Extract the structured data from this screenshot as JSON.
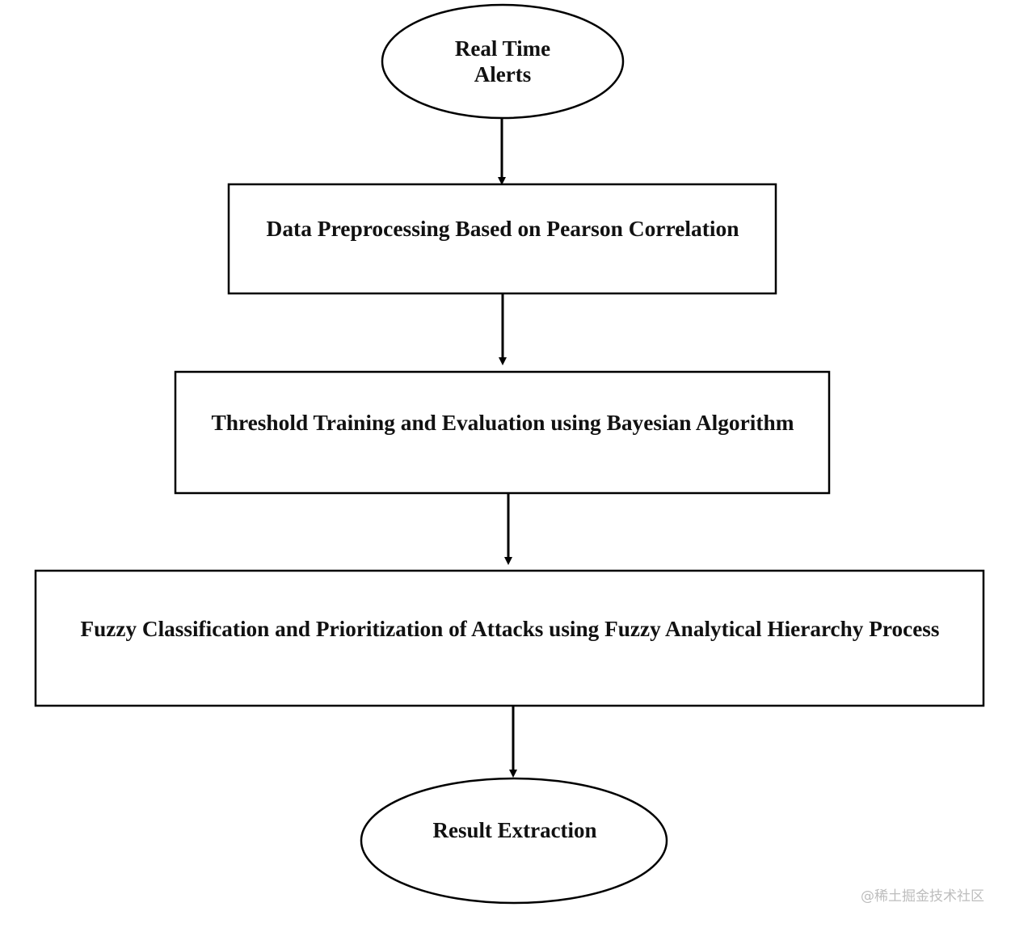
{
  "nodes": [
    {
      "id": "start",
      "shape": "ellipse",
      "lines": [
        "Real Time",
        "Alerts"
      ]
    },
    {
      "id": "step1",
      "shape": "rect",
      "label": "Data Preprocessing Based on Pearson Correlation"
    },
    {
      "id": "step2",
      "shape": "rect",
      "label": "Threshold Training and Evaluation using Bayesian Algorithm"
    },
    {
      "id": "step3",
      "shape": "rect",
      "label": "Fuzzy Classification and Prioritization of Attacks using Fuzzy Analytical Hierarchy Process"
    },
    {
      "id": "end",
      "shape": "ellipse",
      "label": "Result Extraction"
    }
  ],
  "edges": [
    [
      "start",
      "step1"
    ],
    [
      "step1",
      "step2"
    ],
    [
      "step2",
      "step3"
    ],
    [
      "step3",
      "end"
    ]
  ],
  "watermark": "@稀土掘金技术社区"
}
